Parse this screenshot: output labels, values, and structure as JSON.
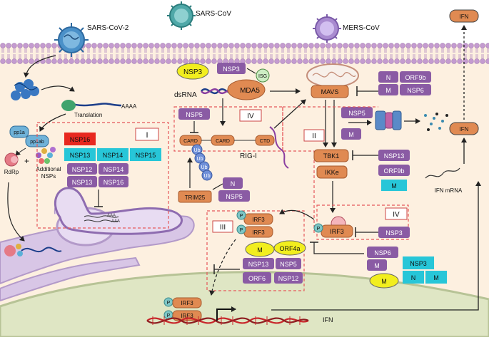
{
  "colors": {
    "background": "#fdf0e0",
    "membrane_head": "#c49bd0",
    "purple_box": "#8a5ba4",
    "orange_box": "#e08a52",
    "cyan_box": "#27c6d8",
    "red_box": "#e8281f",
    "yellow_oval": "#f2ee1e",
    "dashed_box": "#e6585b",
    "nucleus": "#dfe6c4",
    "er": "#d8c6e6"
  },
  "viruses": {
    "sars_cov2": "SARS-CoV-2",
    "sars_cov": "SARS-CoV",
    "mers_cov": "MERS-CoV"
  },
  "labels": {
    "translation": "Translation",
    "aaaa": "AAAA",
    "rdrp": "RdRp",
    "plus": "+",
    "additional": "Additional",
    "nsps": "NSPs",
    "dsrna": "dsRNA",
    "isg": "ISG",
    "rig_i": "RIG-I",
    "ifn_mrna": "IFN mRNA",
    "ifn_gene": "IFN",
    "aaa": "AAA"
  },
  "host_proteins": {
    "mda5": "MDA5",
    "mavs": "MAVS",
    "card": "CARD",
    "ctd": "CTD",
    "tbk1": "TBK1",
    "ikke": "IKKe",
    "irf3": "IRF3",
    "trim25": "TRIM25",
    "ifn": "IFN",
    "p": "P",
    "ub": "Ub",
    "pp1a": "pp1a",
    "pp1ab": "pp1ab"
  },
  "viral_proteins": {
    "nsp16": "NSP16",
    "nsp13": "NSP13",
    "nsp14": "NSP14",
    "nsp15": "NSP15",
    "nsp12": "NSP12",
    "nsp3": "NSP3",
    "nsp5": "NSP5",
    "nsp6": "NSP6",
    "orf9b": "ORF9b",
    "orf4a": "ORF4a",
    "orf6": "ORF6",
    "m": "M",
    "n": "N"
  },
  "roman": {
    "i": "I",
    "ii": "II",
    "iii": "III",
    "iv": "IV"
  }
}
